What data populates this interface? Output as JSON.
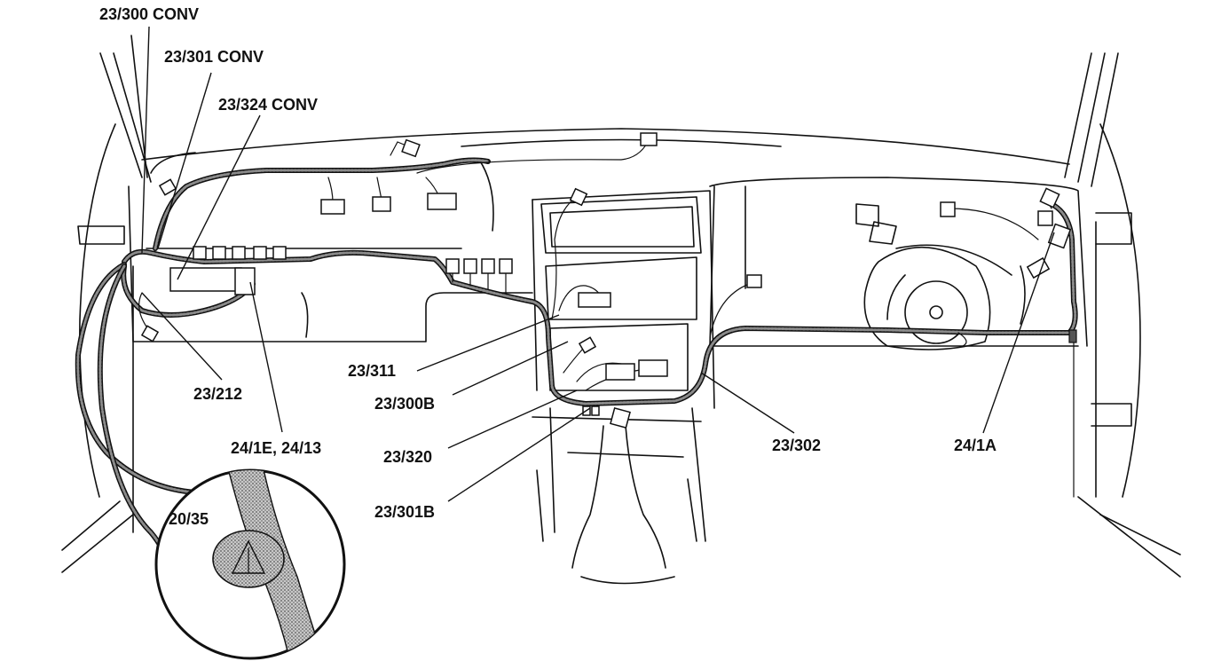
{
  "labels": {
    "c_23_300_conv": "23/300 CONV",
    "c_23_301_conv": "23/301 CONV",
    "c_23_324_conv": "23/324 CONV",
    "c_23_311": "23/311",
    "c_23_212": "23/212",
    "c_23_300b": "23/300B",
    "c_24_1e_24_13": "24/1E, 24/13",
    "c_23_320": "23/320",
    "c_23_301b": "23/301B",
    "c_23_302": "23/302",
    "c_24_1a": "24/1A",
    "c_20_35": "20/35"
  },
  "colors": {
    "line": "#111111",
    "background": "#ffffff",
    "harness_fill": "#8a8a8a",
    "detail_shade": "#9a9a9a"
  }
}
